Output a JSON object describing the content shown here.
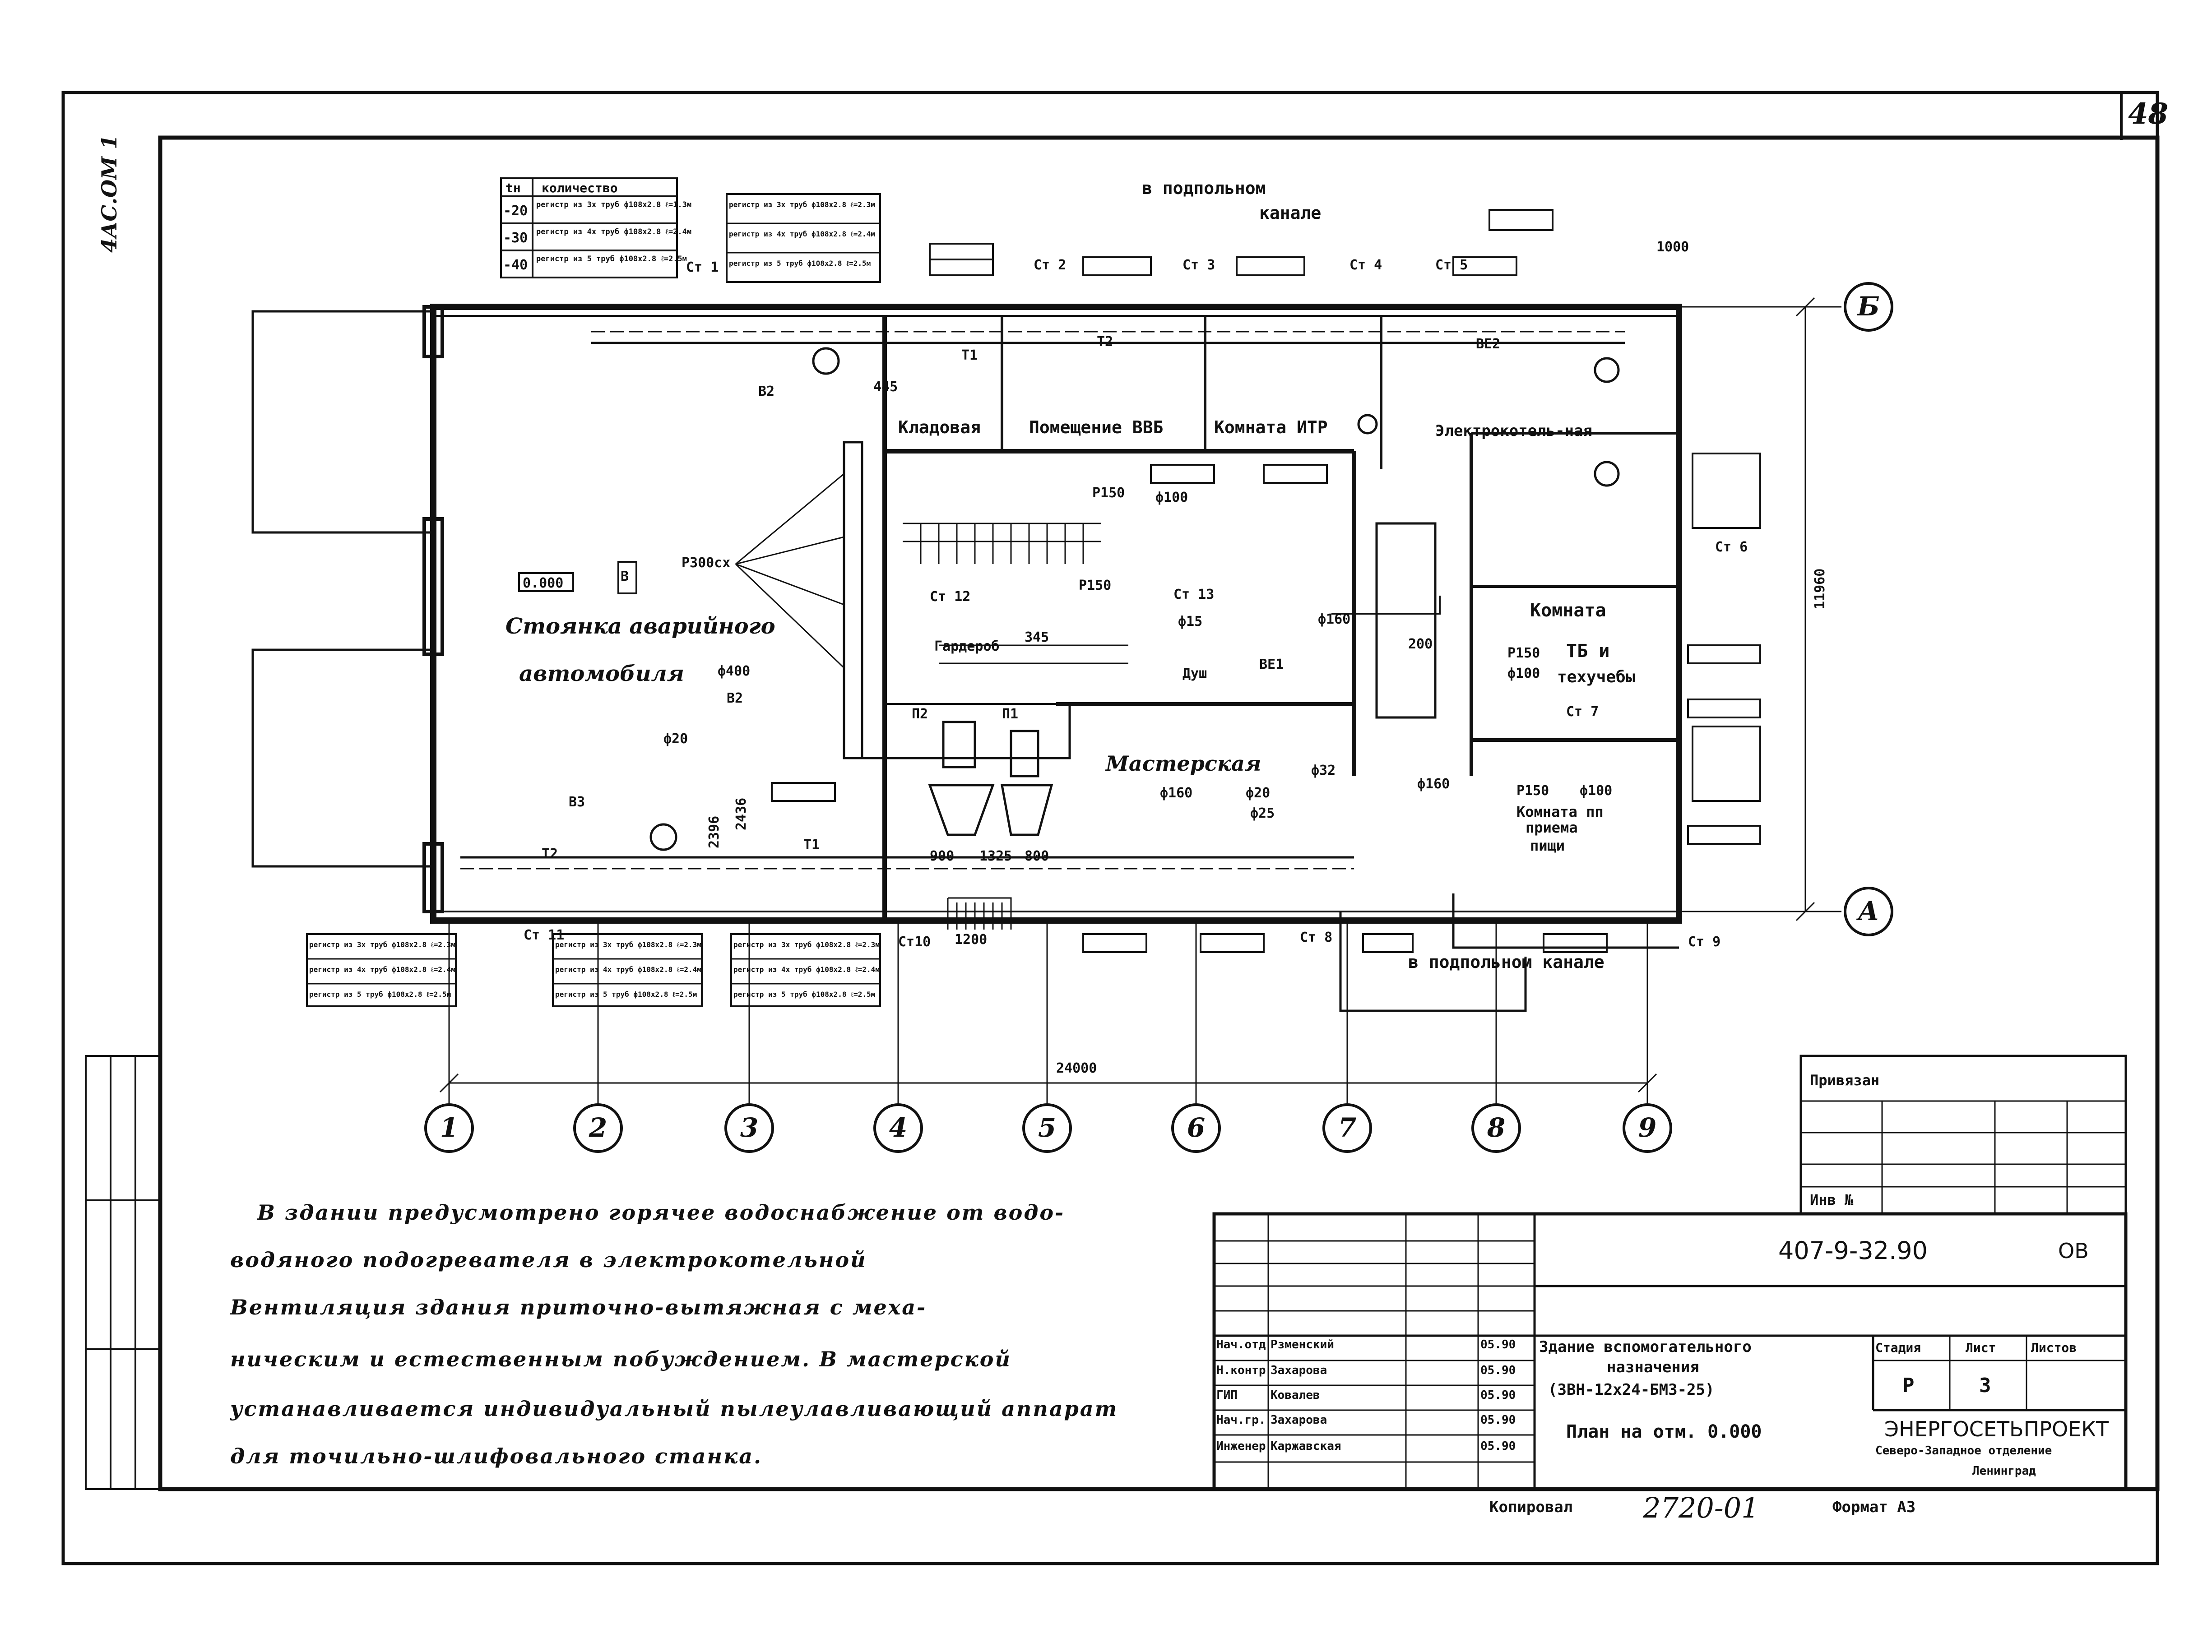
{
  "sheet": {
    "page_number": "48",
    "side_code": "4АС.ОМ 1"
  },
  "plan": {
    "rooms": {
      "kladovaya": "Кладовая",
      "pomeshchenie": "Помещение ВВБ",
      "komnata_itr": "Комната ИТР",
      "elektrokotelnaya": "Электрокотель-ная",
      "stoyanka_1": "Стоянка аварийного",
      "stoyanka_2": "автомобиля",
      "masterskaya": "Мастерская",
      "komnata_tp_1": "Комната",
      "komnata_tp_2": "ТБ и",
      "komnata_tp_3": "техучебы",
      "komnata_priema_1": "Комната пп",
      "komnata_priema_2": "приема",
      "komnata_priema_3": "пищи",
      "garderob": "Гардероб",
      "dush": "Душ"
    },
    "labels": {
      "podpolnom_kanale_top_1": "в подпольном",
      "podpolnom_kanale_top_2": "канале",
      "podpolnom_kanale_bottom": "в подпольном канале",
      "level": "0.000",
      "mark_B": "В",
      "p300": "Р300сх",
      "d400": "ф400",
      "v2_a": "В2",
      "v2_b": "В2",
      "v3": "В3",
      "p1": "П1",
      "p2": "П2",
      "st1": "Ст 1",
      "st2": "Ст 2",
      "st3": "Ст 3",
      "st4": "Ст 4",
      "st5": "Ст 5",
      "st6": "Ст 6",
      "st7": "Ст 7",
      "st8": "Ст 8",
      "st9": "Ст 9",
      "st10": "Ст10",
      "st11": "Ст 11",
      "st12": "Ст 12",
      "st13": "Ст 13",
      "t1": "Т1",
      "t2": "Т2",
      "p150": "Р150",
      "d100": "ф100",
      "d160": "ф160",
      "d20": "ф20",
      "d25": "ф25",
      "d32": "ф32",
      "d15": "ф15",
      "be1": "ВЕ1",
      "be2": "ВЕ2"
    },
    "dimensions": {
      "d1000": "1000",
      "d11960": "11960",
      "d24000": "24000",
      "d445": "445",
      "d345": "345",
      "d2396": "2396",
      "d2436": "2436",
      "d1200": "1200",
      "d200": "200",
      "d1325": "1325",
      "d800": "800",
      "d900": "900"
    },
    "axes": {
      "numbers": [
        "1",
        "2",
        "3",
        "4",
        "5",
        "6",
        "7",
        "8",
        "9"
      ],
      "letter_top": "Б",
      "letter_bottom": "А"
    },
    "legend": {
      "header_qty": "количество",
      "header_en": "tн",
      "rows": [
        {
          "t": "-20",
          "desc": "регистр из 3х труб ф108х2.8 ℓ=1.3м"
        },
        {
          "t": "-30",
          "desc": "регистр из 4х труб ф108х2.8 ℓ=2.4м"
        },
        {
          "t": "-40",
          "desc": "регистр из 5 труб ф108х2.8 ℓ=2.5м"
        }
      ]
    },
    "register_boxes": {
      "r1": "регистр из 3х труб ф108х2.8 ℓ=2.3м",
      "r2": "регистр из 4х труб ф108х2.8 ℓ=2.4м",
      "r3": "регистр из 5 труб ф108х2.8 ℓ=2.5м"
    }
  },
  "notes": {
    "line1": "В здании предусмотрено горячее водоснабжение от водо-",
    "line2": "водяного подогревателя в электрокотельной",
    "line3": "Вентиляция здания приточно-вытяжная с меха-",
    "line4": "ническим и естественным побуждением. В мастерской",
    "line5": "устанавливается индивидуальный пылеулавливающий аппарат",
    "line6": "для точильно-шлифовального станка."
  },
  "title_block": {
    "privyazan": "Привязан",
    "inv_no": "Инв №",
    "code": "407-9-32.90",
    "code_suffix": "ОВ",
    "building_1": "Здание вспомогательного",
    "building_2": "назначения",
    "building_3": "(3ВН-12х24-БМЗ-25)",
    "plan_title": "План на отм. 0.000",
    "stage_header": "Стадия",
    "sheet_header": "Лист",
    "sheets_header": "Листов",
    "stage": "Р",
    "sheet": "3",
    "org_1": "ЭНЕРГОСЕТЬПРОЕКТ",
    "org_2": "Северо-Западное отделение",
    "org_3": "Ленинград",
    "staff": [
      {
        "role": "Нач.отд",
        "name": "Рзменский",
        "date": "05.90"
      },
      {
        "role": "Н.контр",
        "name": "Захарова",
        "date": "05.90"
      },
      {
        "role": "ГИП",
        "name": "Ковалев",
        "date": "05.90"
      },
      {
        "role": "Нач.гр.",
        "name": "Захарова",
        "date": "05.90"
      },
      {
        "role": "Инженер",
        "name": "Каржавская",
        "date": "05.90"
      }
    ],
    "copied": "Копировал",
    "order": "2720-01",
    "format": "Формат А3"
  }
}
